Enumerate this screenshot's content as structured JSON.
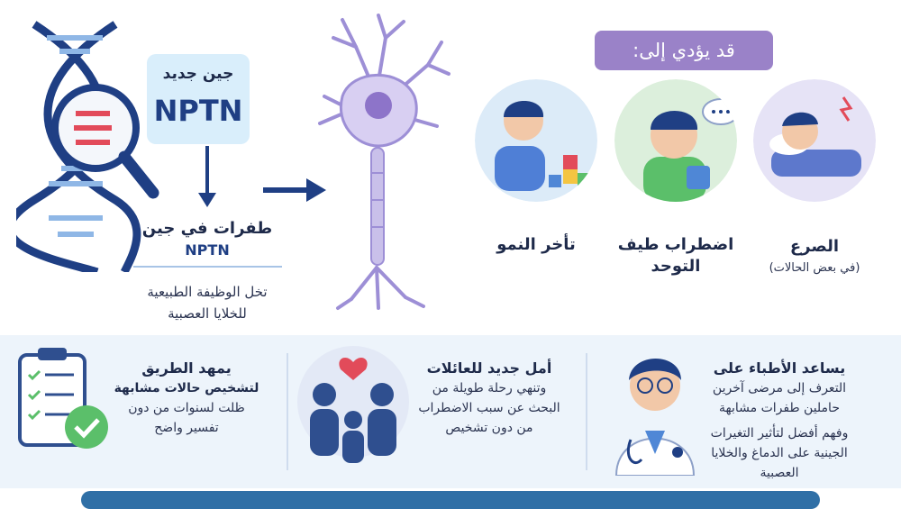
{
  "gene_box": {
    "label": "جين جديد",
    "gene": "NPTN"
  },
  "mutations": {
    "title": "طفرات في جين",
    "gene": "NPTN",
    "desc_line1": "تخل الوظيفة الطبيعية",
    "desc_line2": "للخلايا العصبية"
  },
  "leads_to": "قد يؤدي إلى:",
  "conditions": [
    {
      "title": "الصرع",
      "subtitle": "(في بعض الحالات)",
      "icon": "sleeping-child-icon"
    },
    {
      "title_line1": "اضطراب طيف",
      "title_line2": "التوحد",
      "icon": "thinking-child-icon"
    },
    {
      "title": "تأخر النمو",
      "icon": "child-blocks-icon"
    }
  ],
  "benefits": [
    {
      "title": "يساعد الأطباء على",
      "line1": "التعرف إلى مرضى آخرين",
      "line2": "حاملين طفرات مشابهة",
      "line3": "وفهم أفضل لتأثير التغيرات",
      "line4": "الجينية على الدماغ والخلايا العصبية",
      "icon": "doctor-icon"
    },
    {
      "title": "أمل جديد للعائلات",
      "line1": "وتنهي رحلة طويلة من",
      "line2": "البحث عن سبب الاضطراب",
      "line3": "من دون تشخيص",
      "icon": "family-icon"
    },
    {
      "title": "يمهد الطريق",
      "line1": "لتشخيص حالات مشابهة",
      "line2": "ظلت لسنوات من دون",
      "line3": "تفسير واضح",
      "icon": "checklist-icon"
    }
  ],
  "colors": {
    "navy": "#1f3f84",
    "purple": "#9a82c8",
    "light_blue": "#d9eefb",
    "band": "#edf4fb"
  }
}
